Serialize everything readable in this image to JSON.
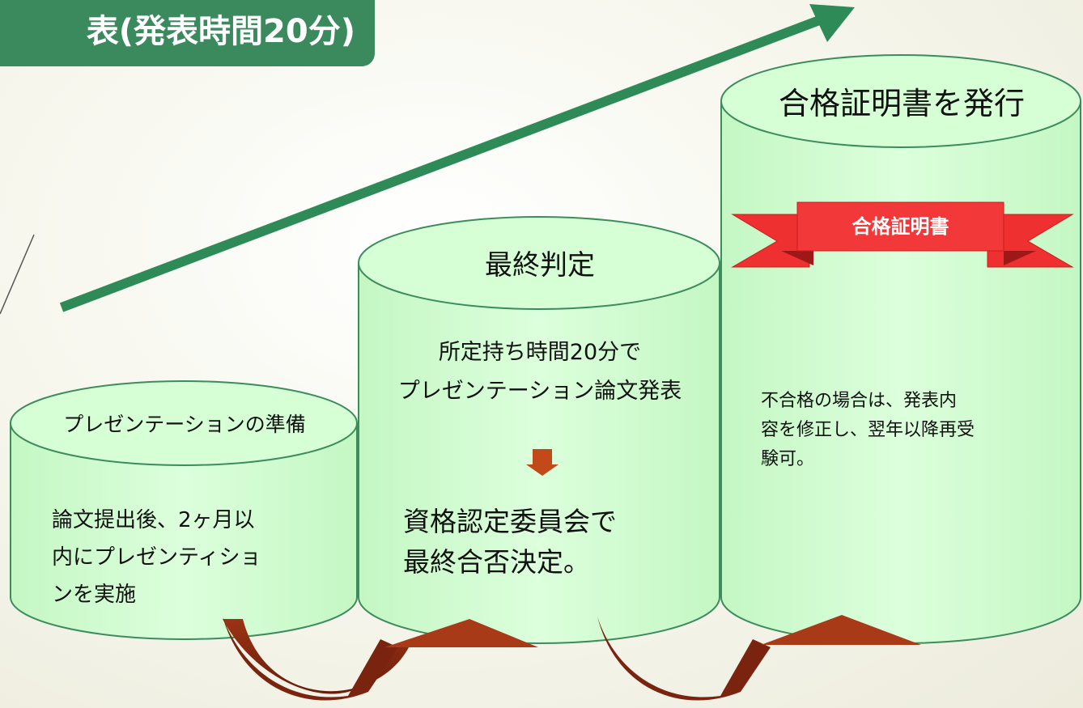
{
  "title": "表(発表時間20分)",
  "steps": [
    {
      "heading": "プレゼンテーションの準備",
      "body": "論文提出後、2ヶ月以\n内にプレゼンティショ\nンを実施"
    },
    {
      "heading": "最終判定",
      "detail": "所定持ち時間20分で\nプレゼンテーション論文発表",
      "body": "資格認定委員会で\n最終合否決定。"
    },
    {
      "heading": "合格証明書を発行",
      "ribbon": "合格証明書",
      "body": "不合格の場合は、発表内\n容を修正し、翌年以降再受\n験可。"
    }
  ],
  "colors": {
    "title_bg": "#3a8a5e",
    "cylinder_fill": "#ccffcc",
    "cylinder_stroke": "#3c8c5c",
    "arrow": "#2e8b57",
    "ribbon": "#ee3030",
    "curved_arrow": "#8b2a12"
  }
}
